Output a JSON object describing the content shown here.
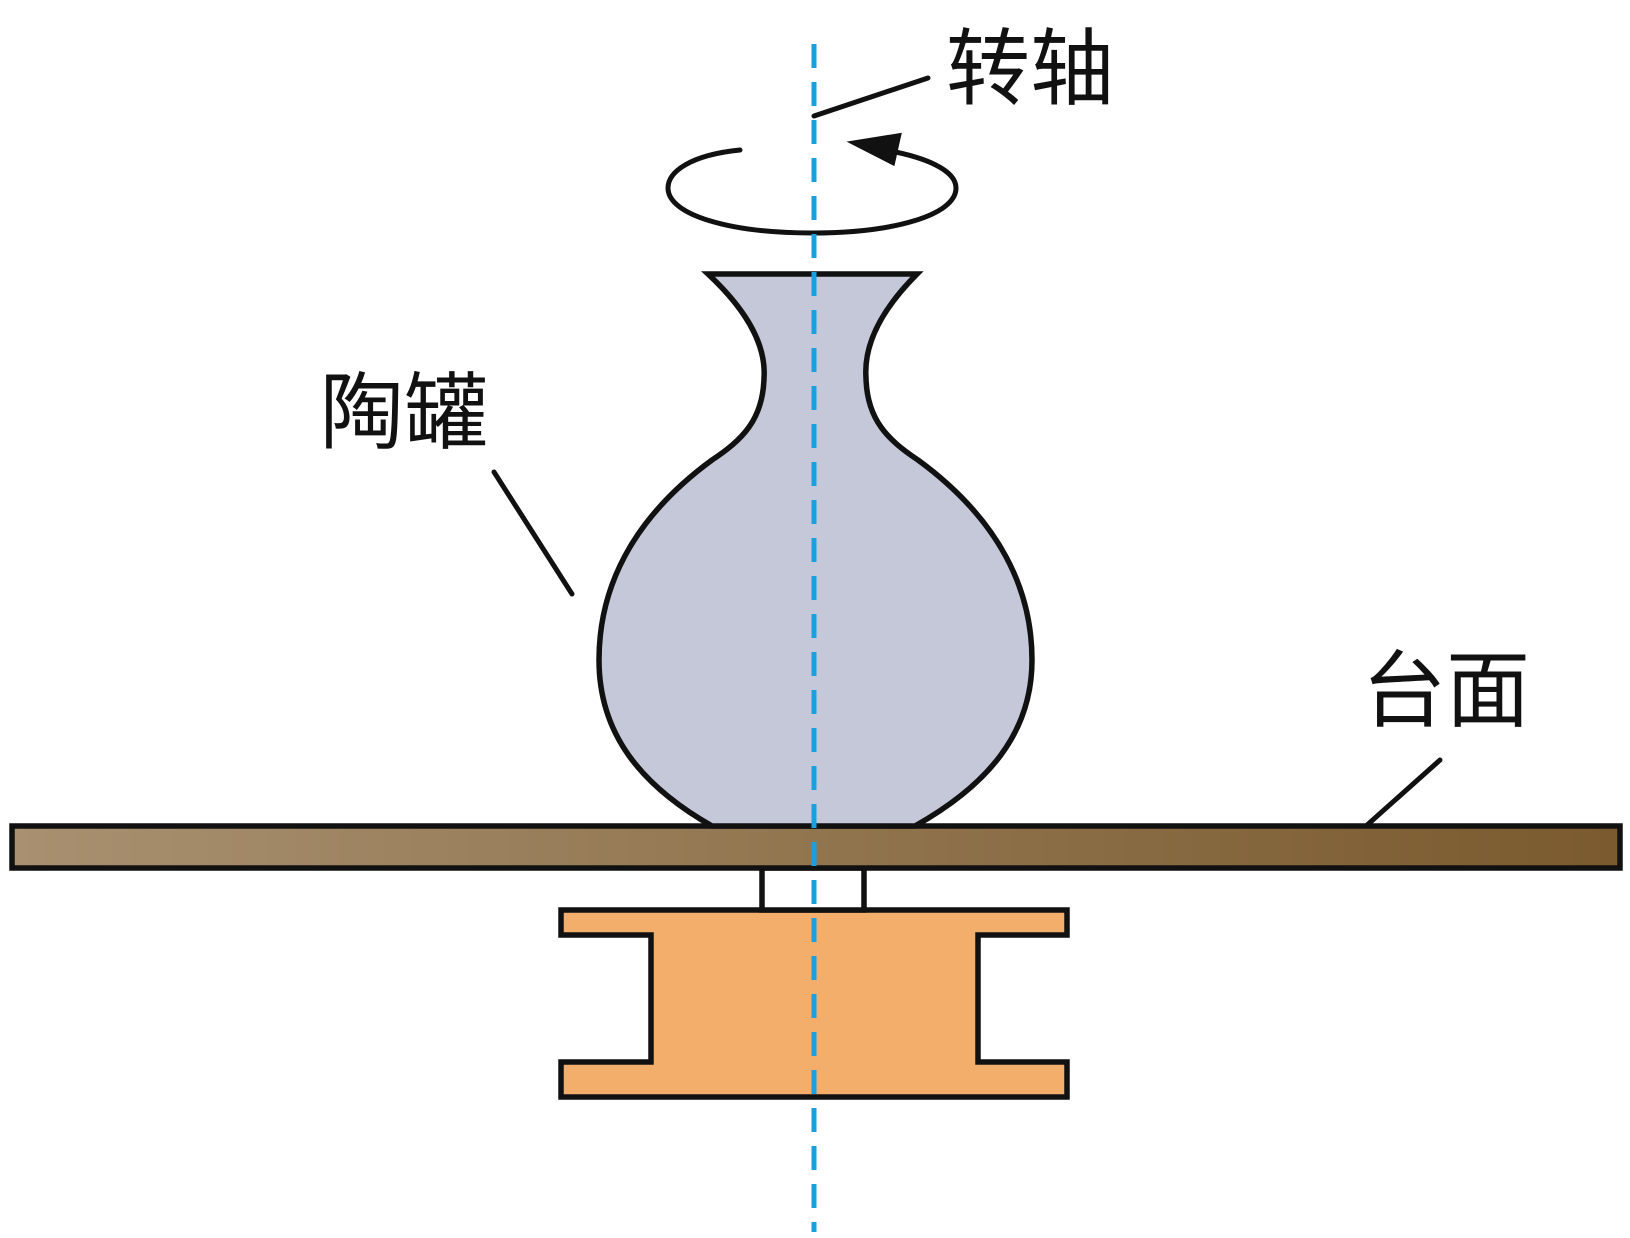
{
  "labels": {
    "axis": "转轴",
    "jar": "陶罐",
    "table": "台面"
  },
  "colors": {
    "axis_line": "#1aa0e0",
    "jar_fill": "#c4c8d8",
    "table_left": "#a89070",
    "table_right": "#7a5a2e",
    "base_fill": "#f4ae6c",
    "stroke": "#111111"
  },
  "icons": {
    "rotation": "counterclockwise-rotation-arrow-icon"
  }
}
